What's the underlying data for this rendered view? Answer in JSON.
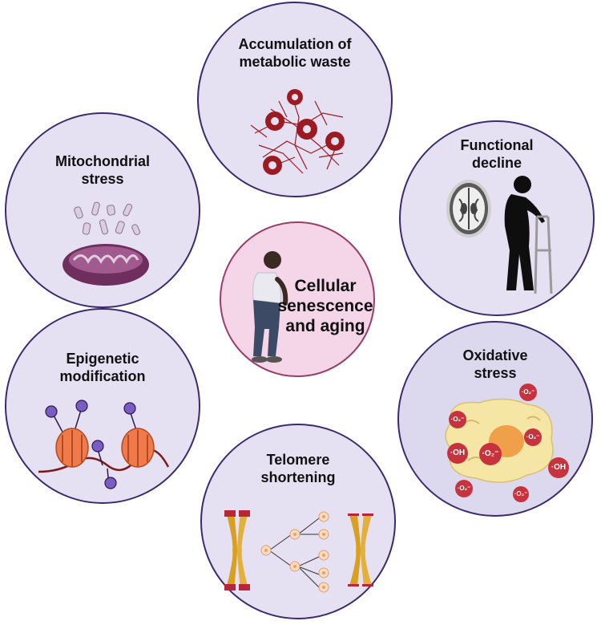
{
  "nodes": {
    "metabolic_waste": {
      "line1": "Accumulation of",
      "line2": "metabolic waste"
    },
    "mitochondrial": {
      "line1": "Mitochondrial",
      "line2": "stress"
    },
    "functional": {
      "line1": "Functional",
      "line2": "decline"
    },
    "center": {
      "line1": "Cellular",
      "line2": "senescence",
      "line3": "and aging"
    },
    "epigenetic": {
      "line1": "Epigenetic",
      "line2": "modification"
    },
    "oxidative": {
      "line1": "Oxidative",
      "line2": "stress"
    },
    "telomere": {
      "line1": "Telomere",
      "line2": "shortening"
    }
  },
  "ros_labels": {
    "oh": "·OH",
    "o2": "·O₂⁻"
  },
  "colors": {
    "circle_fill": "#e6e0f3",
    "circle_border": "#3d2a6e",
    "center_fill": "#f4d6e8",
    "center_border": "#9a3d6a",
    "ros_red": "#c8323c",
    "nucleosome": "#f07a4a",
    "histone_mark": "#7a5cc4",
    "chromosome": "#d9a020"
  }
}
